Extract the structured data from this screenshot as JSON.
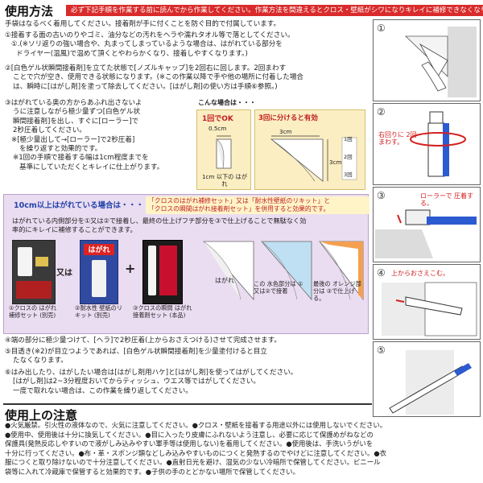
{
  "usage": {
    "title": "使用方法",
    "banner": "必ず下記手順を作業する前に読んでから作業してください。作業方法を間違えるとクロス・壁紙がシワになりキレイに補修できなくなります。",
    "intro": "手袋はなるべく着用してください。接着剤が手に付くことを防ぐ目的で付属しています。",
    "step1": [
      "①接着する面の古いのりやゴミ、油分などの汚れをヘラや濡れタオル等で落としてください。",
      "①.(※ソリ返りの強い場合や、丸まってしまっているような場合は、はがれている部分を",
      "ドライヤー(温風)で温めて頂くとやわらかくなり、接着しやすくなります。)"
    ],
    "step2": [
      "②[白色ゲル状瞬間接着剤]を立てた状態で[ノズルキャップ]を2回右に回します。2回まわす",
      "ことで穴が空き、使用できる状態になります。(※この作業以降で手や他の場所に付着した場合",
      "は、瞬時に[はがし剤]を塗って除去してください。[はがし剤]の使い方は手順⑥参照。)"
    ],
    "step3": [
      "③はがれている奥の方からあふれ出さないよ",
      "うに注意しながら極少量ずつ[白色ゲル状",
      "瞬間接着剤]を出し、すぐに[ローラー]で",
      "2秒圧着してください。",
      "※[極少量出して→[ローラー]で2秒圧着]",
      "を繰り返すと効果的です。",
      "※1回の手順で接着する幅は1cm程度までを",
      "基準にしていただくとキレイに仕上がります。"
    ],
    "tip": {
      "heading": "こんな場合は・・・",
      "ok": "1回でOK",
      "ok_dim": "0.5cm",
      "ok_note": "1cm 以下の はがれ",
      "three": "3回に分けると有効",
      "three_dim_w": "3cm",
      "three_dim_h": "3cm",
      "marks": [
        "1回",
        "2回",
        "3回"
      ]
    },
    "large": {
      "heading": "10cm以上はがれている場合は・・・",
      "highlight_1": "「クロスのはがれ補修セット」又は「耐水性壁紙のリキット」と",
      "highlight_2": "「クロスの瞬間はがれ接着剤セット」を併用すると効果的です。",
      "desc_1": "はがれている内側部分を①又は②で接着し、最終の仕上げフチ部分を③で仕上げることで無駄なく効",
      "desc_2": "率的にキレイに補修することができます。",
      "or": "又は",
      "plus": "+",
      "products": [
        "①クロスの はがれ補修セット (別売)",
        "②耐水性 壁紙のリキット (別売)",
        "③クロスの瞬間 はがれ接着剤セット (本品)"
      ],
      "pkg_label": "はがれ",
      "diagram_label": "はがれ",
      "diagram_mid": "この 水色部分は ①又は②で接着",
      "diagram_end": "最後の オレンジ部分は ③で仕上げる。"
    },
    "step4": "④端の部分に極少量つけて、[ヘラ]で2秒圧着(上からおさえつける)させて完成させます。",
    "step5": [
      "⑤目透き(※2)が目立つようであれば、[白色ゲル状瞬間接着剤]を少量塗付けると目立",
      "たなくなります。"
    ],
    "step6": [
      "⑥はみ出したり、はがしたい場合は[はがし剤用ハケ]と[はがし剤]を使ってはがしてください。",
      "[はがし剤]は2~3分程度おいてからティッシュ、ウエス等ではがしてください。",
      "一度で取れない場合は、この作業を繰り返してください。"
    ]
  },
  "panels": {
    "p1_num": "①",
    "p2_num": "②",
    "p2_note": "右回りに 2回まわす。",
    "p3_num": "③",
    "p3_note": "ローラーで 圧着する。",
    "p4_num": "④",
    "p4_note": "上からおさえこむ。",
    "p5_num": "⑤"
  },
  "caution": {
    "title": "使用上の注意",
    "lines": [
      "●火気厳禁。引火性の液体なので、火気に注意してください。●クロス・壁紙を接着する用途以外には使用しないでください。",
      "●使用中、使用後は十分に換気してください。●目に入ったり皮膚にふれないよう注意し、必要に応じて保護めがねなどの",
      "保護具(発熱反応しやすいので液がしみ込みやすい軍手等は使用しない)を着用してください。●使用後は、手洗いうがいを",
      "十分に行ってください。●布・革・スポンジ類などしみ込みやすいものにつくと発熱するのでやけどに注意してください。●衣",
      "服につくと取り除けないので十分注意してください。●直射日光を避け、湿気の少ない冷暗所で保管してください。ビニール",
      "袋等に入れて冷蔵庫で保管すると効果的です。●子供の手のとどかない場所で保管してください。"
    ]
  },
  "colors": {
    "banner": "#d92b2b",
    "purple": "#eadcf1",
    "yellow": "#fbeec2",
    "accent_red": "#d42020"
  }
}
